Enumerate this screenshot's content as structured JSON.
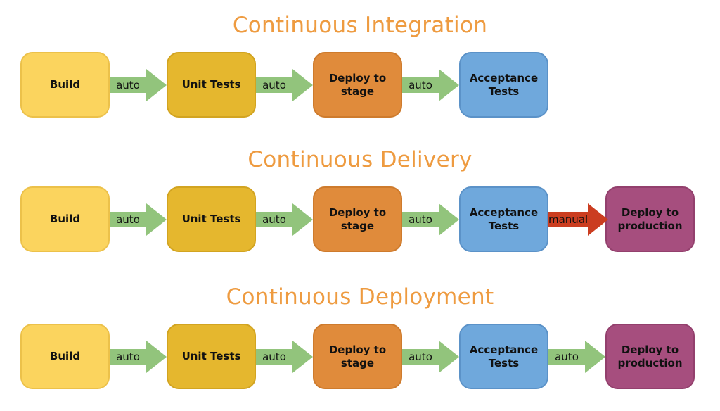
{
  "palette": {
    "title_orange": "#EE9B40",
    "node_yellow": "#FBD45E",
    "node_yellow_border": "#ECC14A",
    "node_gold": "#E5B72E",
    "node_gold_border": "#D2A421",
    "node_orange": "#E08B3B",
    "node_orange_border": "#CE7B2D",
    "node_blue": "#6FA8DC",
    "node_blue_border": "#5B92C8",
    "node_purple": "#A64E7E",
    "node_purple_border": "#93406D",
    "arrow_green": "#92C47C",
    "arrow_red": "#CB3D20",
    "node_text": "#111111"
  },
  "rows": [
    {
      "title": "Continuous Integration",
      "nodes": [
        {
          "label": "Build"
        },
        {
          "label": "Unit Tests"
        },
        {
          "label": "Deploy to stage"
        },
        {
          "label": "Acceptance Tests"
        }
      ],
      "arrows": [
        {
          "label": "auto"
        },
        {
          "label": "auto"
        },
        {
          "label": "auto"
        }
      ]
    },
    {
      "title": "Continuous Delivery",
      "nodes": [
        {
          "label": "Build"
        },
        {
          "label": "Unit Tests"
        },
        {
          "label": "Deploy to stage"
        },
        {
          "label": "Acceptance Tests"
        },
        {
          "label": "Deploy to production"
        }
      ],
      "arrows": [
        {
          "label": "auto"
        },
        {
          "label": "auto"
        },
        {
          "label": "auto"
        },
        {
          "label": "manual"
        }
      ]
    },
    {
      "title": "Continuous Deployment",
      "nodes": [
        {
          "label": "Build"
        },
        {
          "label": "Unit Tests"
        },
        {
          "label": "Deploy to stage"
        },
        {
          "label": "Acceptance Tests"
        },
        {
          "label": "Deploy to production"
        }
      ],
      "arrows": [
        {
          "label": "auto"
        },
        {
          "label": "auto"
        },
        {
          "label": "auto"
        },
        {
          "label": "auto"
        }
      ]
    }
  ]
}
